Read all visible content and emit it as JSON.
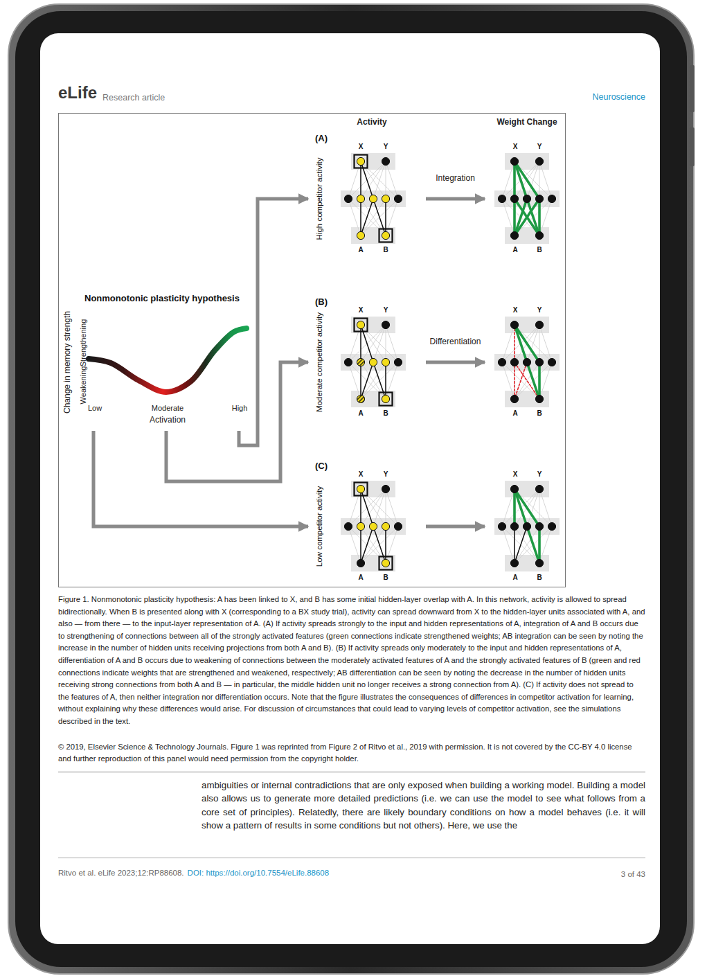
{
  "diagram": {
    "caption": "Figure 1. Nonmonotonic plasticity hypothesis: A has been linked to X, and B has some initial hidden-layer overlap with A. In this network, activity is allowed to spread bidirectionally. When B is presented along with X (corresponding to a BX study trial), activity can spread downward from X to the hidden-layer units associated with A, and also — from there — to the input-layer representation of A. (A) If activity spreads strongly to the input and hidden representations of A, integration of A and B occurs due to strengthening of connections between all of the strongly activated features (green connections indicate strengthened weights; AB integration can be seen by noting the increase in the number of hidden units receiving projections from both A and B). (B) If activity spreads only moderately to the input and hidden representations of A, differentiation of A and B occurs due to weakening of connections between the moderately activated features of A and the strongly activated features of B (green and red connections indicate weights that are strengthened and weakened, respectively; AB differentiation can be seen by noting the decrease in the number of hidden units receiving strong connections from both A and B — in particular, the middle hidden unit no longer receives a strong connection from A). (C) If activity does not spread to the features of A, then neither integration nor differentiation occurs. Note that the figure illustrates the consequences of differences in competitor activation for learning, without explaining why these differences would arise. For discussion of circumstances that could lead to varying levels of competitor activation, see the simulations described in the text.",
    "nodes": [
      {
        "text": [
          "Nonmonotonic plasticity hypothesis"
        ]
      },
      {
        "text": [
          "(A)",
          "High competitor activity",
          "X",
          "Y",
          "A",
          "B"
        ]
      },
      {
        "text": [
          "X",
          "Y",
          "A",
          "B"
        ]
      },
      {
        "text": [
          "(B)",
          "Moderate competitor activity",
          "X",
          "Y",
          "A",
          "B"
        ]
      },
      {
        "text": [
          "X",
          "Y",
          "A",
          "B"
        ]
      },
      {
        "text": [
          "(C)",
          "Low competitor activity",
          "X",
          "Y",
          "A",
          "B"
        ]
      },
      {
        "text": [
          "X",
          "Y",
          "A",
          "B"
        ]
      }
    ],
    "edges": [
      {
        "from": 0,
        "to": 1,
        "arrow": "to"
      },
      {
        "from": 0,
        "to": 3,
        "arrow": "to"
      },
      {
        "from": 0,
        "to": 5,
        "arrow": "to"
      },
      {
        "from": 1,
        "to": 2,
        "label": "Integration",
        "arrow": "to"
      },
      {
        "from": 3,
        "to": 4,
        "label": "Differentiation",
        "arrow": "to"
      },
      {
        "from": 5,
        "to": 6,
        "arrow": "to"
      }
    ],
    "labels": [
      "eLife",
      "Research article",
      "Neuroscience",
      "Activity",
      "Weight Change",
      "Change in memory strength",
      "Strengthening",
      "Weakening",
      "Low",
      "Moderate",
      "High",
      "Activation",
      "© 2019, Elsevier Science & Technology Journals.  Figure 1 was reprinted from Figure 2 of Ritvo et al., 2019 with permission. It is not covered by the CC-BY 4.0 license and further reproduction of this panel would need permission from the copyright holder.",
      "ambiguities or internal contradictions that are only exposed when building a working model. Building a model also allows us to generate more detailed predictions (i.e. we can use the model to see what follows from a core set of principles). Relatedly, there are likely boundary conditions on how a model behaves (i.e. it will show a pattern of results in some conditions but not others). Here, we use the",
      "Ritvo et al. eLife 2023;12:RP88608.",
      "DOI: https://doi.org/10.7554/eLife.88608",
      "3 of 43"
    ]
  }
}
